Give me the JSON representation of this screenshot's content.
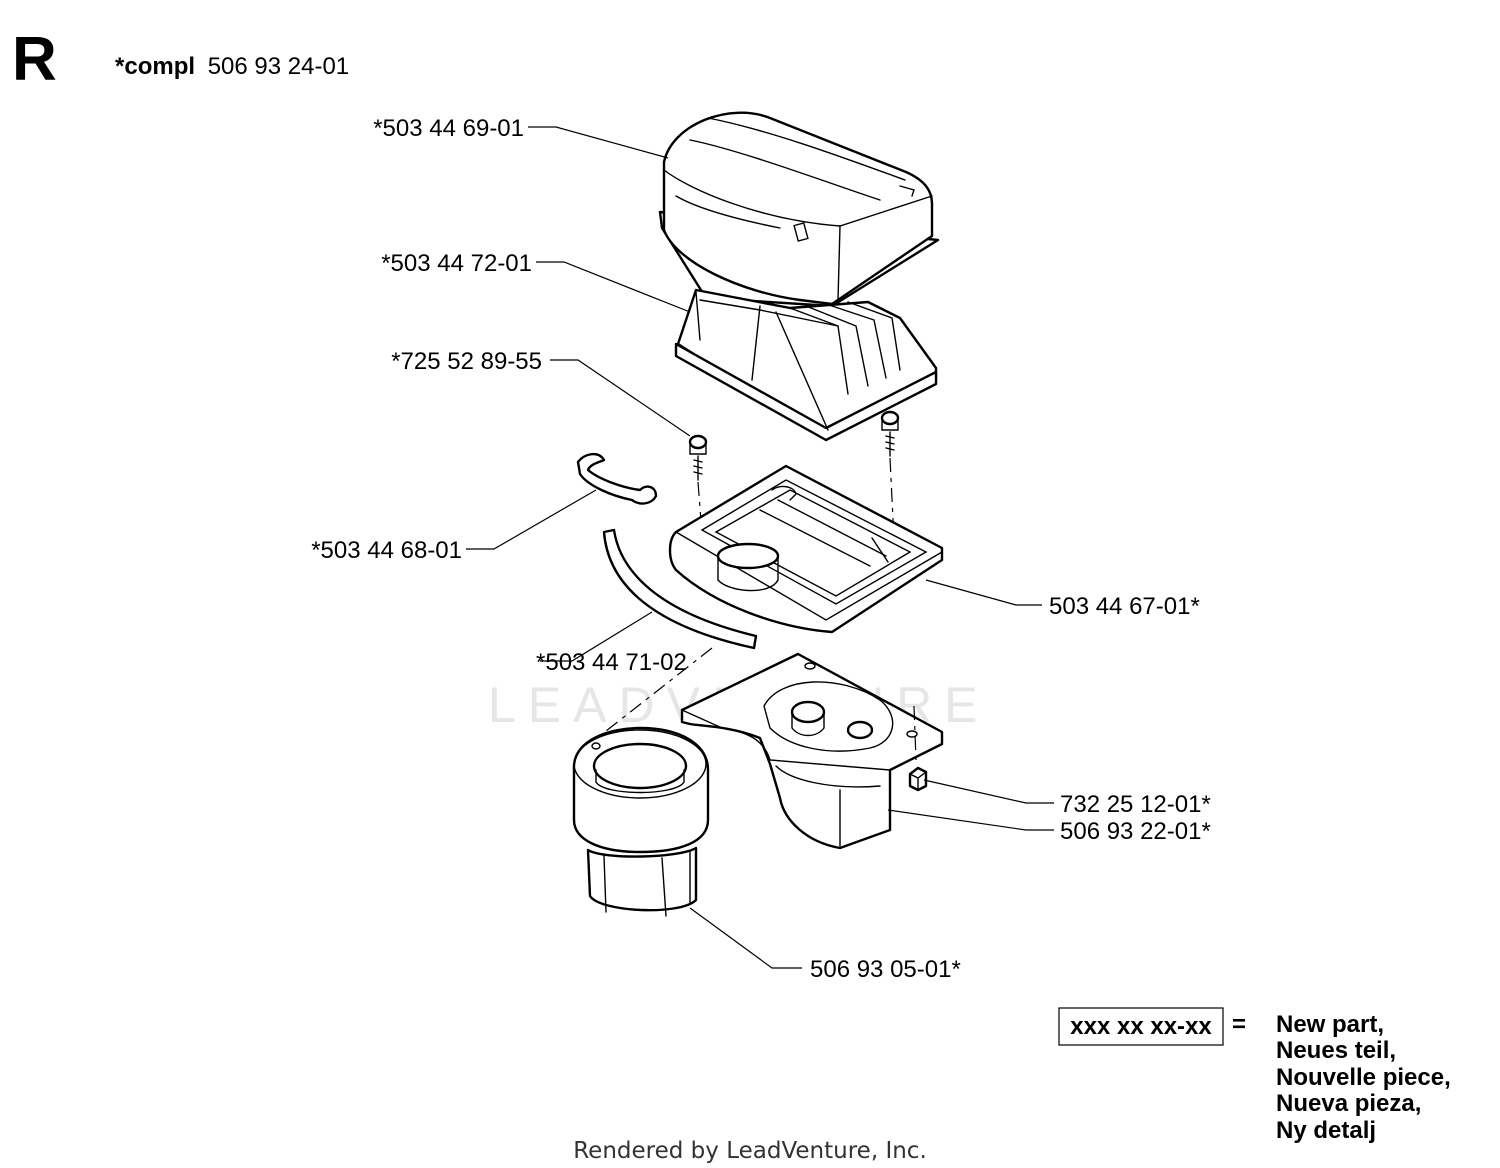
{
  "header": {
    "letter": "R",
    "compl_prefix": "*compl",
    "compl_number": "506 93 24-01"
  },
  "parts": [
    {
      "id": "cover",
      "label": "*503 44 69-01"
    },
    {
      "id": "filter",
      "label": "*503 44 72-01"
    },
    {
      "id": "screw",
      "label": "*725 52 89-55"
    },
    {
      "id": "clip",
      "label": "*503 44 68-01"
    },
    {
      "id": "hose",
      "label": "*503 44 71-02"
    },
    {
      "id": "holder",
      "label": "503 44 67-01*"
    },
    {
      "id": "nut",
      "label": "732 25 12-01*"
    },
    {
      "id": "bracket",
      "label": "506 93 22-01*"
    },
    {
      "id": "prefilter",
      "label": "506 93 05-01*"
    }
  ],
  "legend": {
    "box_text": "xxx xx xx-xx",
    "equals": "=",
    "lines": [
      "New part,",
      "Neues teil,",
      "Nouvelle piece,",
      "Nueva pieza,",
      "Ny detalj"
    ]
  },
  "watermark": "LEADVENTURE",
  "footer": "Rendered by LeadVenture, Inc."
}
